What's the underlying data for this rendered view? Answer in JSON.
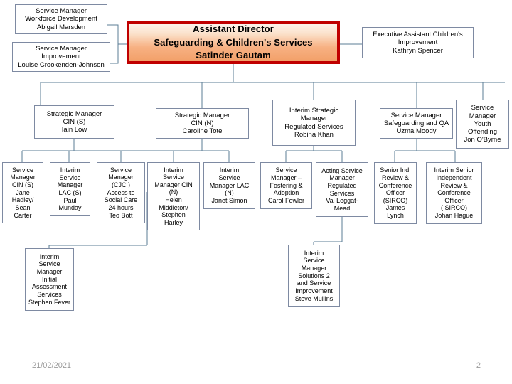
{
  "document": {
    "title": "Safeguarding & Children's Services Organisational Chart",
    "footer_date": "21/02/2021",
    "footer_page": "2"
  },
  "colors": {
    "root_border": "#C00000",
    "root_fill_top": "#FDF3EA",
    "root_fill_bottom": "#F2A069",
    "node_border": "#7E8AA2",
    "connector": "#5B7C96",
    "footer_text": "#9A9A9A"
  },
  "chart_data": {
    "type": "org-chart",
    "root": {
      "id": "assistant-director",
      "title": "Assistant Director",
      "line2": "Safeguarding & Children's Services",
      "name": "Satinder Gautam",
      "text": "Assistant Director\nSafeguarding & Children's Services\nSatinder Gautam"
    },
    "staff_left": [
      {
        "id": "sm-workforce-development",
        "text": "Service Manager\nWorkforce Development\nAbigail Marsden",
        "role": "Service Manager",
        "area": "Workforce Development",
        "name": "Abigail Marsden"
      },
      {
        "id": "sm-improvement",
        "text": "Service Manager\nImprovement\nLouise Crookenden-Johnson",
        "role": "Service Manager",
        "area": "Improvement",
        "name": "Louise Crookenden-Johnson"
      }
    ],
    "staff_right": [
      {
        "id": "ea-childrens-improvement",
        "text": "Executive Assistant Children's\nImprovement\nKathryn Spencer",
        "role": "Executive Assistant Children's",
        "area": "Improvement",
        "name": "Kathryn Spencer"
      }
    ],
    "level2": [
      {
        "id": "strategic-manager-cin-s",
        "text": "Strategic Manager\nCIN (S)\nIain Low",
        "role": "Strategic Manager",
        "area": "CIN (S)",
        "name": "Iain Low"
      },
      {
        "id": "strategic-manager-cin-n",
        "text": "Strategic Manager\nCIN (N)\nCaroline Tote",
        "role": "Strategic Manager",
        "area": "CIN (N)",
        "name": "Caroline Tote"
      },
      {
        "id": "interim-strategic-manager-regulated",
        "text": "Interim Strategic\nManager\nRegulated Services\nRobina Khan",
        "role": "Interim Strategic Manager",
        "area": "Regulated Services",
        "name": "Robina Khan"
      },
      {
        "id": "service-manager-safeguarding-qa",
        "text": "Service Manager\nSafeguarding and QA\nUzma Moody",
        "role": "Service Manager",
        "area": "Safeguarding and QA",
        "name": "Uzma Moody"
      },
      {
        "id": "service-manager-youth-offending",
        "text": "Service\nManager\nYouth\nOffending\nJon O'Byrne",
        "role": "Service Manager",
        "area": "Youth Offending",
        "name": "Jon O'Byrne"
      }
    ],
    "level3": [
      {
        "id": "sm-cin-s",
        "text": "Service\nManager\nCIN (S)\nJane\nHadley/\nSean\nCarter",
        "role": "Service Manager",
        "area": "CIN (S)",
        "name": "Jane Hadley/ Sean Carter",
        "parent": "strategic-manager-cin-s"
      },
      {
        "id": "ism-lac-s",
        "text": "Interim\nService\nManager\nLAC (S)\nPaul\nMunday",
        "role": "Interim Service Manager",
        "area": "LAC (S)",
        "name": "Paul Munday",
        "parent": "strategic-manager-cin-s"
      },
      {
        "id": "sm-cjc-access",
        "text": "Service\nManager\n(CJC )\nAccess to\nSocial Care\n24 hours\nTeo Bott",
        "role": "Service Manager",
        "area": "(CJC ) Access to Social Care 24 hours",
        "name": "Teo Bott",
        "parent": "strategic-manager-cin-s"
      },
      {
        "id": "ism-cin-n",
        "text": "Interim\nService\nManager CIN\n(N)\nHelen\nMiddleton/\nStephen\nHarley",
        "role": "Interim Service Manager",
        "area": "CIN (N)",
        "name": "Helen Middleton/ Stephen Harley",
        "parent": "strategic-manager-cin-n"
      },
      {
        "id": "ism-lac-n",
        "text": "Interim\nService\nManager LAC\n(N)\nJanet Simon",
        "role": "Interim Service Manager",
        "area": "LAC (N)",
        "name": "Janet Simon",
        "parent": "strategic-manager-cin-n"
      },
      {
        "id": "sm-fostering-adoption",
        "text": "Service\nManager –\nFostering  &\nAdoption\nCarol Fowler",
        "role": "Service Manager",
        "area": "Fostering & Adoption",
        "name": "Carol Fowler",
        "parent": "interim-strategic-manager-regulated"
      },
      {
        "id": "asm-regulated-services",
        "text": "Acting Service\nManager\nRegulated\nServices\nVal Leggat-\nMead",
        "role": "Acting Service Manager",
        "area": "Regulated Services",
        "name": "Val Leggat-Mead",
        "parent": "interim-strategic-manager-regulated"
      },
      {
        "id": "senior-ind-review-conference-officer",
        "text": "Senior Ind.\nReview &\nConference\nOfficer\n(SIRCO)\nJames\nLynch",
        "role": "Senior Ind. Review & Conference Officer (SIRCO)",
        "area": "",
        "name": "James Lynch",
        "parent": "service-manager-safeguarding-qa"
      },
      {
        "id": "interim-sirco",
        "text": "Interim Senior\nIndependent\nReview &\nConference\nOfficer\n( SIRCO)\nJohan Hague",
        "role": "Interim Senior Independent Review & Conference Officer ( SIRCO)",
        "area": "",
        "name": "Johan Hague",
        "parent": "service-manager-safeguarding-qa"
      }
    ],
    "level4": [
      {
        "id": "ism-initial-assessment",
        "text": "Interim\nService\nManager\nInitial\nAssessment\nServices\nStephen Fever",
        "role": "Interim Service Manager",
        "area": "Initial Assessment Services",
        "name": "Stephen Fever",
        "parent": "ism-lac-s"
      },
      {
        "id": "ism-solutions-2",
        "text": "Interim\nService\nManager\nSolutions  2\nand Service\nImprovement\nSteve Mullins",
        "role": "Interim Service Manager",
        "area": "Solutions 2 and Service Improvement",
        "name": "Steve Mullins",
        "parent": "asm-regulated-services"
      }
    ]
  }
}
